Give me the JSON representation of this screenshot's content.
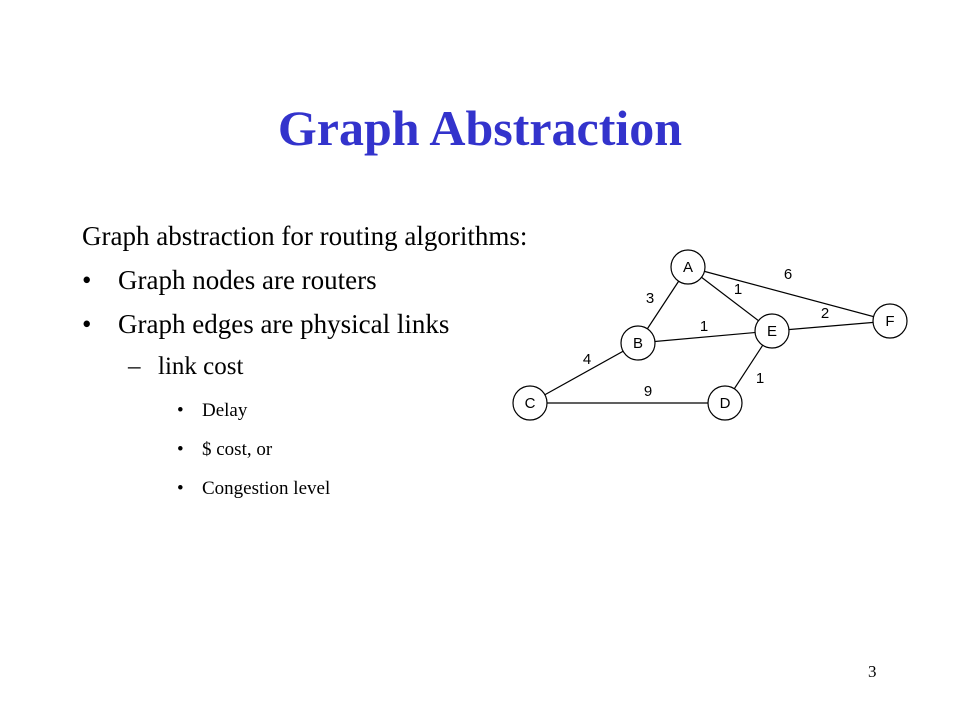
{
  "title": "Graph Abstraction",
  "intro": "Graph abstraction for routing algorithms:",
  "bullets": [
    "Graph nodes are routers",
    "Graph edges are physical links"
  ],
  "sub_bullet": "link cost",
  "sub_sub_bullets": [
    "Delay",
    "$ cost, or",
    "Congestion level"
  ],
  "page_number": "3",
  "graph": {
    "nodes": [
      "A",
      "B",
      "C",
      "D",
      "E",
      "F"
    ],
    "edges": [
      {
        "from": "A",
        "to": "F",
        "cost": "6"
      },
      {
        "from": "A",
        "to": "B",
        "cost": "3"
      },
      {
        "from": "A",
        "to": "E",
        "cost": "1"
      },
      {
        "from": "B",
        "to": "E",
        "cost": "1"
      },
      {
        "from": "E",
        "to": "F",
        "cost": "2"
      },
      {
        "from": "B",
        "to": "C",
        "cost": "4"
      },
      {
        "from": "C",
        "to": "D",
        "cost": "9"
      },
      {
        "from": "D",
        "to": "E",
        "cost": "1"
      }
    ]
  }
}
